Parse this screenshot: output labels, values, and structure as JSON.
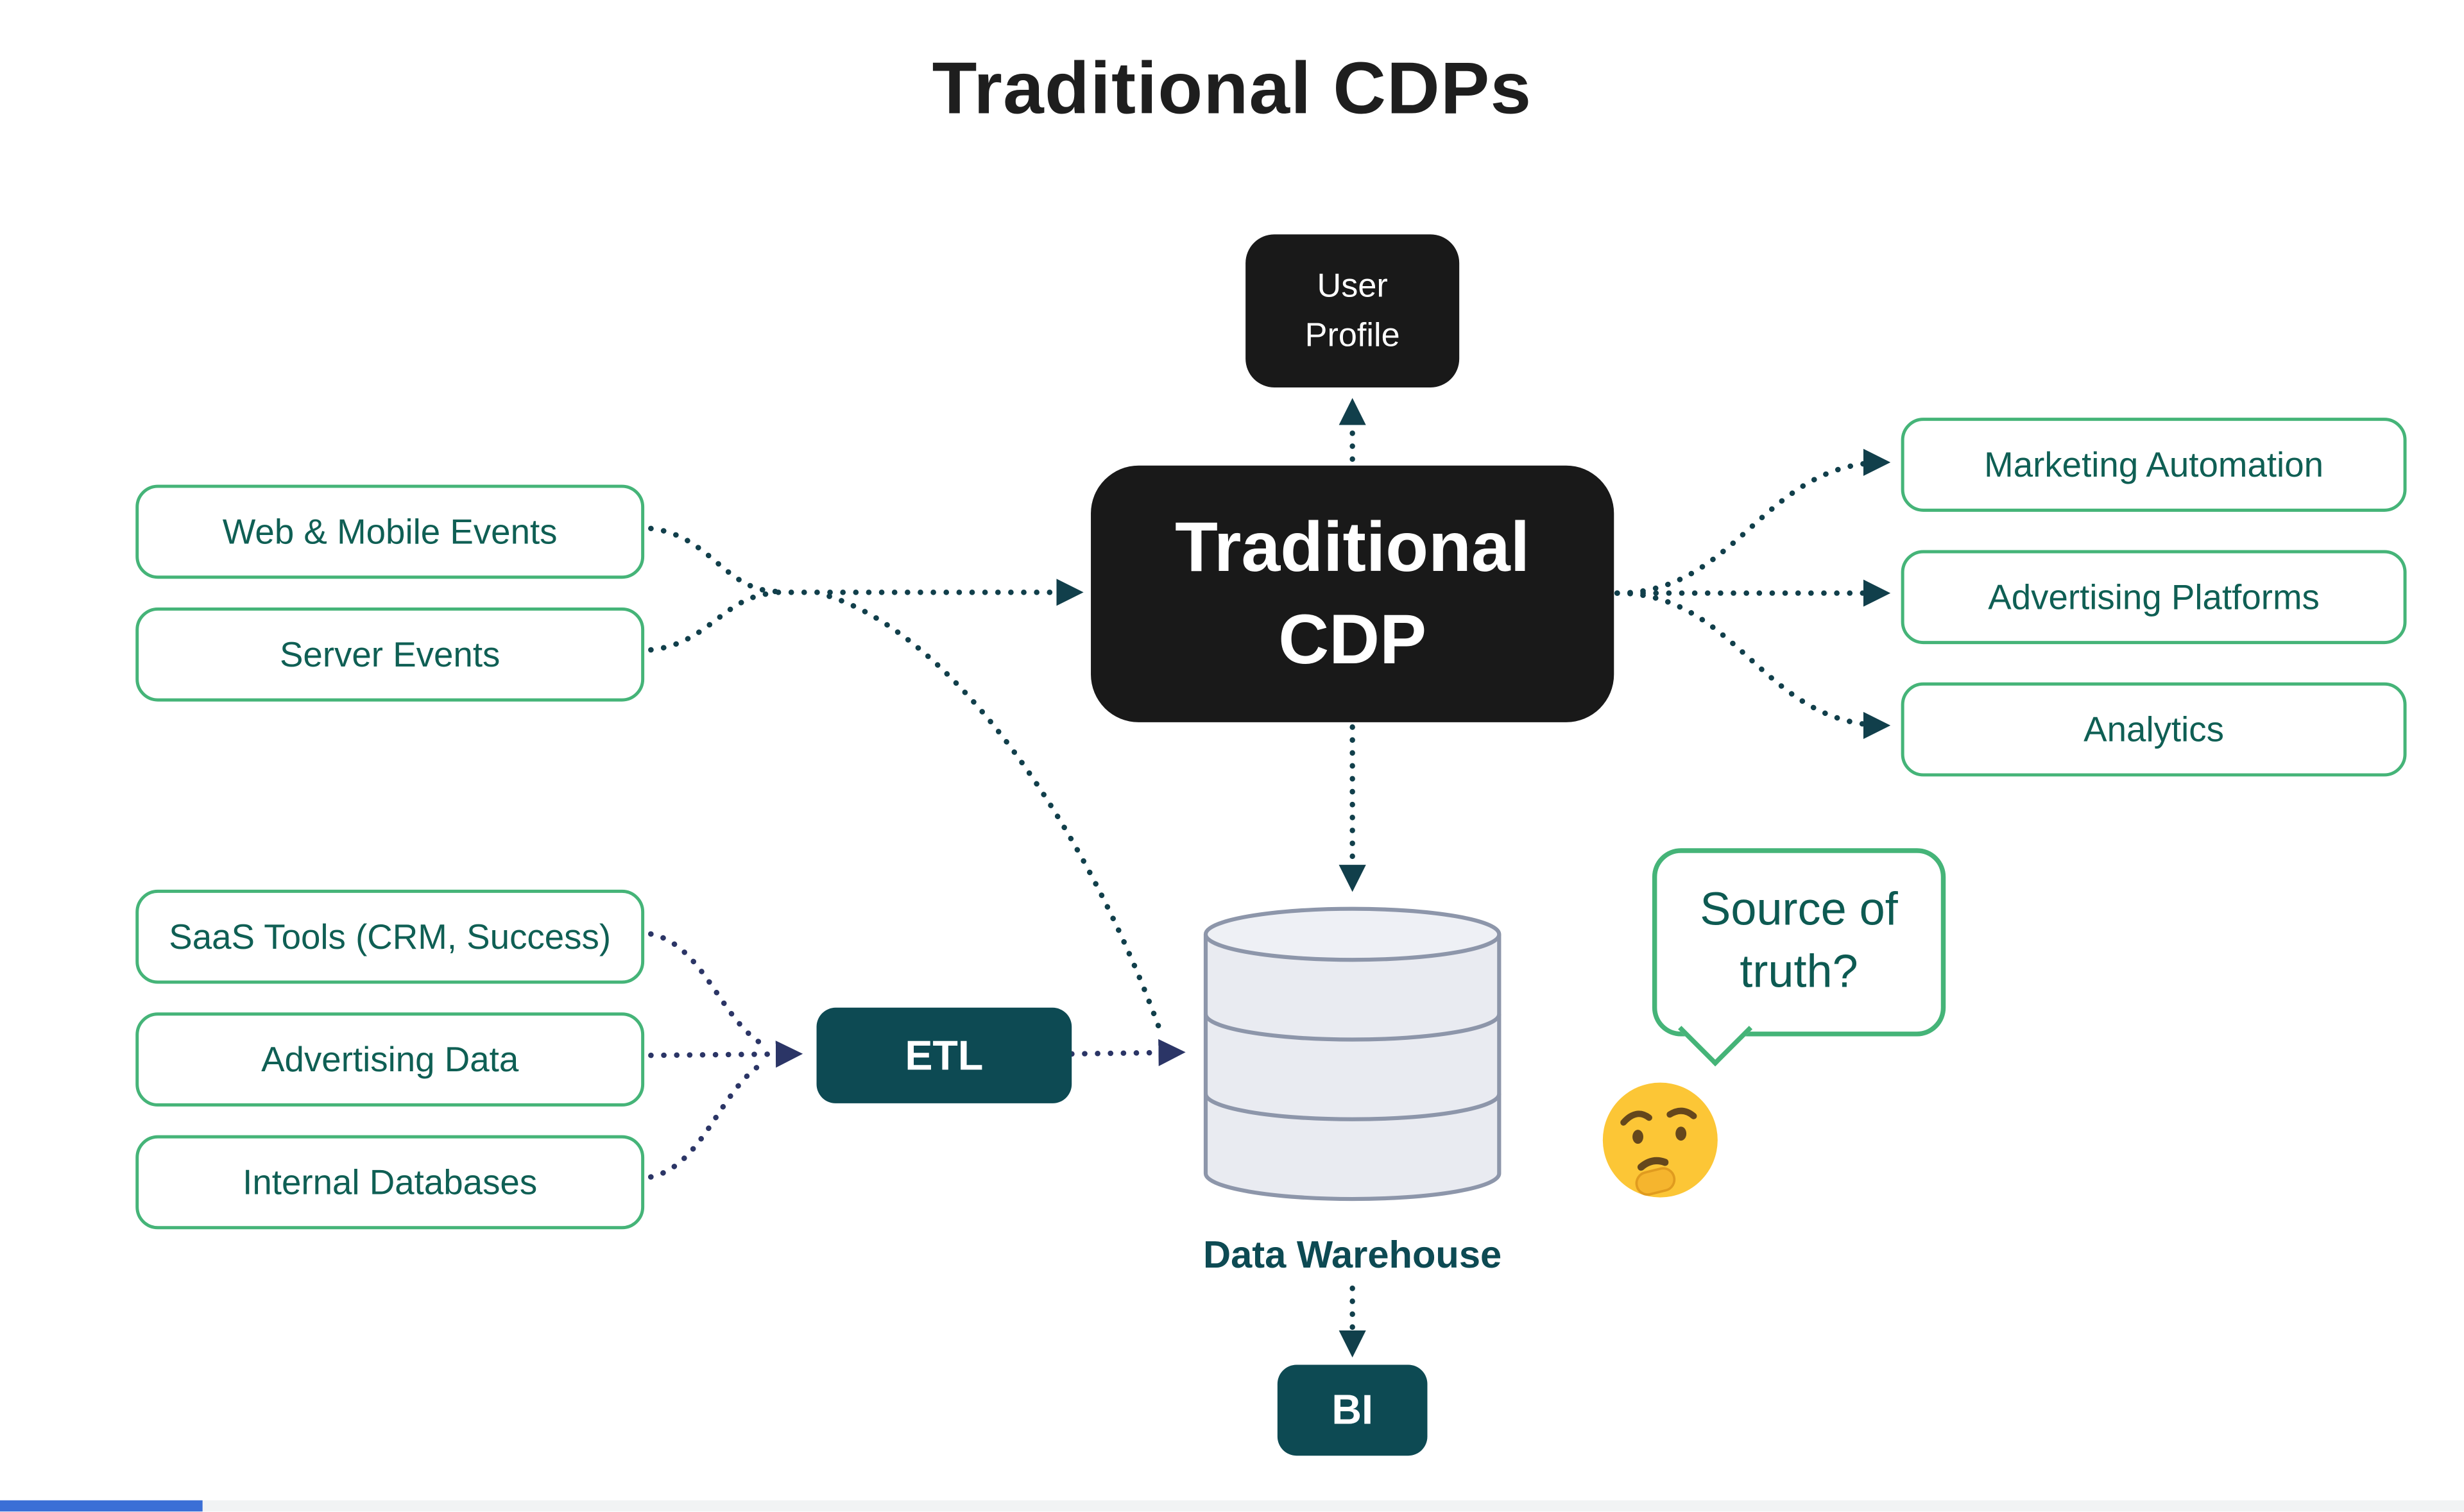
{
  "title": "Traditional CDPs",
  "cdp": {
    "label": "Traditional CDP"
  },
  "user_profile": {
    "label": "User Profile"
  },
  "event_sources": [
    {
      "label": "Web & Mobile Events"
    },
    {
      "label": "Server Events"
    }
  ],
  "warehouse_sources": [
    {
      "label": "SaaS Tools (CRM, Success)"
    },
    {
      "label": "Advertising Data"
    },
    {
      "label": "Internal Databases"
    }
  ],
  "destinations": [
    {
      "label": "Marketing Automation"
    },
    {
      "label": "Advertising Platforms"
    },
    {
      "label": "Analytics"
    }
  ],
  "etl": {
    "label": "ETL"
  },
  "warehouse": {
    "label": "Data Warehouse"
  },
  "bi": {
    "label": "BI"
  },
  "annotation": {
    "label": "Source of truth?",
    "icon": "thinking-face"
  },
  "colors": {
    "accent_green": "#45b478",
    "teal_dark": "#0d4a53",
    "node_black": "#191919",
    "label_green": "#0f5f54",
    "arrow_teal": "#113f4b",
    "arrow_navy": "#2b3566",
    "cylinder_fill": "#e9ebf1",
    "cylinder_stroke": "#8d96aa",
    "progress_blue": "#3b6fd6"
  }
}
